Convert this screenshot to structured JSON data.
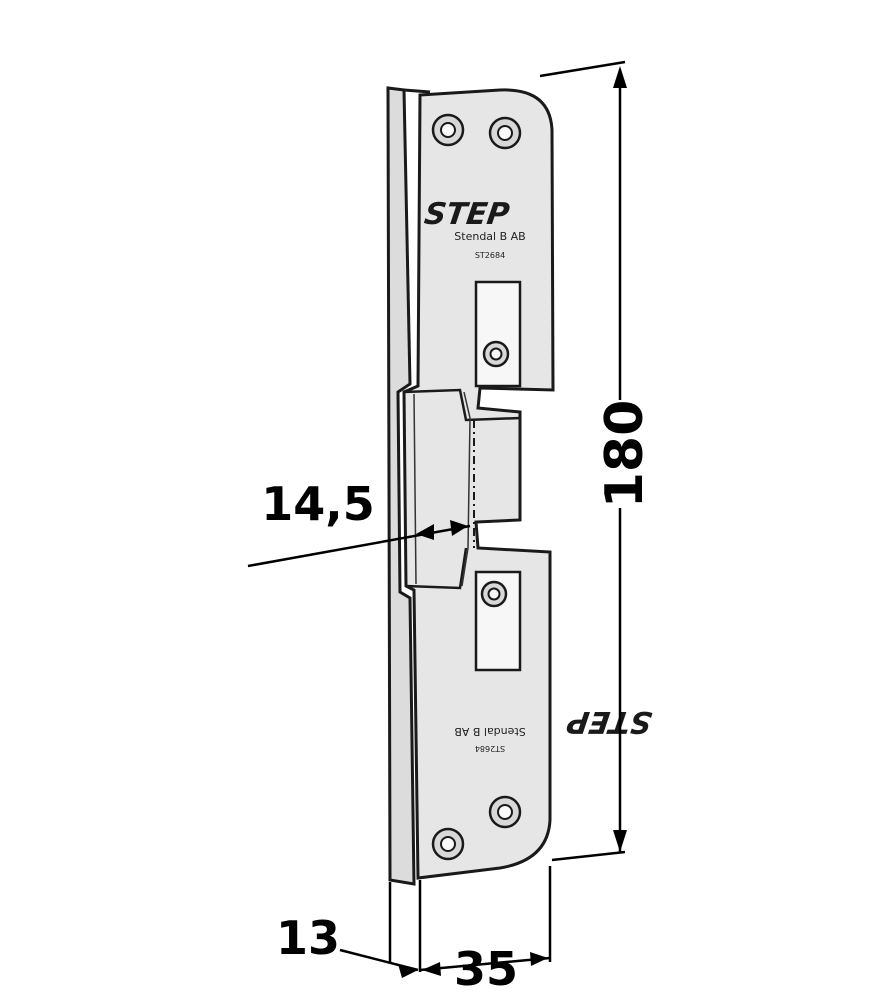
{
  "dimensions": {
    "height": "180",
    "opening": "14,5",
    "lip": "13",
    "width": "35"
  },
  "plate_marking": {
    "brand": "STEP",
    "maker": "Stendal B AB",
    "code": "ST2684"
  },
  "colors": {
    "plate_fill": "#e6e6e6",
    "plate_edge": "#1a1a1a",
    "dimension_line": "#000000"
  }
}
